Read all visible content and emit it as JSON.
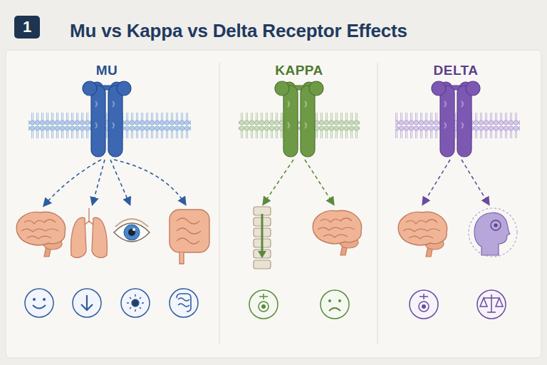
{
  "diagram": {
    "title": "Mu vs Kappa vs Delta Receptor Effects",
    "nodes": [
      {
        "text": [
          "1"
        ]
      }
    ],
    "labels": [
      "MU",
      "KAPPA",
      "DELTA"
    ]
  }
}
